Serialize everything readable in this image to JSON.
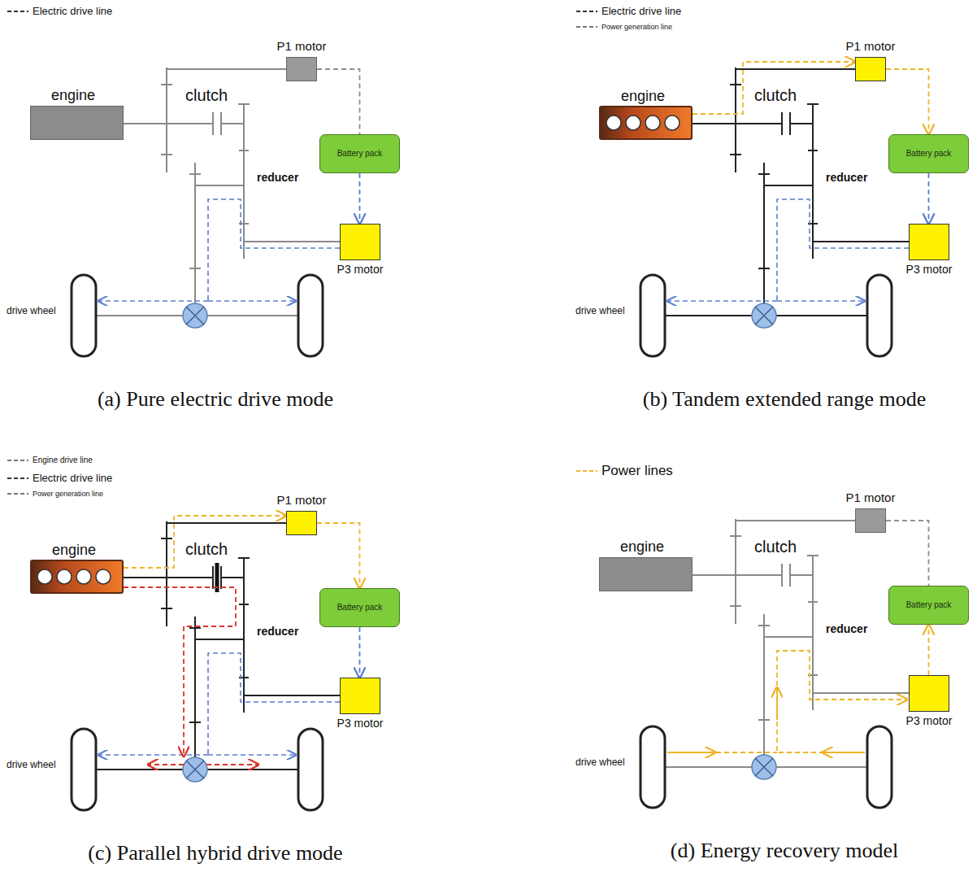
{
  "diagram": {
    "nodes": [
      {
        "text": [
          "engine"
        ]
      },
      {
        "text": [
          "P1 motor"
        ]
      },
      {
        "text": [
          "Battery pack"
        ]
      },
      {
        "text": [
          "P3 motor"
        ]
      },
      {
        "text": [
          "engine"
        ]
      },
      {
        "text": [
          "P1 motor"
        ]
      },
      {
        "text": [
          "Battery pack"
        ]
      },
      {
        "text": [
          "P3 motor"
        ]
      },
      {
        "text": [
          "engine"
        ]
      },
      {
        "text": [
          "P1 motor"
        ]
      },
      {
        "text": [
          "Battery pack"
        ]
      },
      {
        "text": [
          "P3 motor"
        ]
      },
      {
        "text": [
          "engine"
        ]
      },
      {
        "text": [
          "P1 motor"
        ]
      },
      {
        "text": [
          "Battery pack"
        ]
      },
      {
        "text": [
          "P3 motor"
        ]
      }
    ],
    "edges": [
      {
        "from": 1,
        "to": 2,
        "arrow": "none"
      },
      {
        "from": 2,
        "to": 3,
        "arrow": "to"
      },
      {
        "from": 4,
        "to": 5,
        "arrow": "to"
      },
      {
        "from": 5,
        "to": 6,
        "arrow": "to"
      },
      {
        "from": 6,
        "to": 7,
        "arrow": "to"
      },
      {
        "from": 8,
        "to": 9,
        "arrow": "to"
      },
      {
        "from": 9,
        "to": 10,
        "arrow": "to"
      },
      {
        "from": 10,
        "to": 11,
        "arrow": "to"
      },
      {
        "from": 13,
        "to": 14,
        "arrow": "none"
      },
      {
        "from": 15,
        "to": 14,
        "arrow": "to"
      }
    ],
    "labels": [
      "clutch",
      "reducer",
      "drive wheel",
      "(a) Pure electric drive mode",
      "clutch",
      "reducer",
      "drive wheel",
      "(b) Tandem extended range mode",
      "clutch",
      "reducer",
      "drive wheel",
      "(c) Parallel hybrid drive mode",
      "clutch",
      "reducer",
      "drive wheel",
      "(d) Energy recovery model"
    ],
    "legend": [
      {
        "text": "Electric drive line"
      },
      {
        "text": "Electric drive line"
      },
      {
        "text": "Power generation line"
      },
      {
        "text": "Engine drive line"
      },
      {
        "text": "Electric drive line"
      },
      {
        "text": "Power generation line"
      },
      {
        "text": "Power lines"
      }
    ]
  }
}
